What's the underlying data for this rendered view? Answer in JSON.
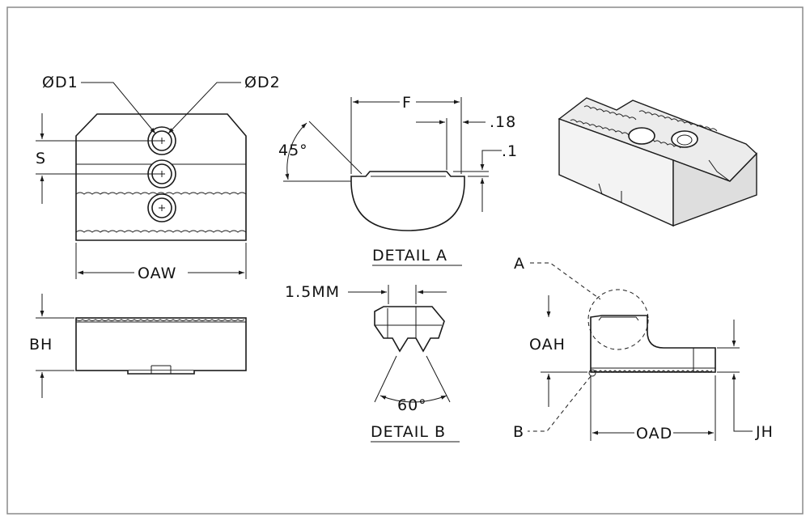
{
  "drawing": {
    "front_view": {
      "d1_label": "ØD1",
      "d2_label": "ØD2",
      "s_label": "S",
      "oaw_label": "OAW"
    },
    "bottom_view": {
      "bh_label": "BH"
    },
    "detail_a": {
      "title": "DETAIL A",
      "f_label": "F",
      "angle_label": "45°",
      "groove_width_label": ".18",
      "groove_depth_label": ".1"
    },
    "detail_b": {
      "title": "DETAIL B",
      "pitch_label": "1.5MM",
      "angle_label": "60°"
    },
    "side_view": {
      "detail_a_callout": "A",
      "detail_b_callout": "B",
      "oah_label": "OAH",
      "oad_label": "OAD",
      "jh_label": "JH"
    }
  },
  "colors": {
    "line": "#1a1a1a",
    "frame": "#8a8a8a",
    "background": "#ffffff"
  }
}
